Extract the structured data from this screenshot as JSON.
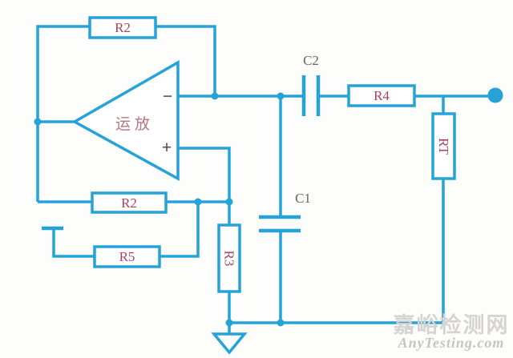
{
  "title": "op-amp-rc-circuit-diagram",
  "colors": {
    "wire": "#25a3d8",
    "label-red": "#a8435a",
    "opamp-red": "#b57880",
    "cap-label": "#6f6360",
    "pin-label": "#4a4a4a",
    "watermark-cn": "#d6d3d3",
    "watermark-en": "#c6c3c3",
    "background": "#fdfdfc"
  },
  "components": {
    "r2_top": "R2",
    "r2_mid": "R2",
    "r3": "R3",
    "r4": "R4",
    "r5": "R5",
    "rt": "RT",
    "c1": "C1",
    "c2": "C2",
    "opamp": "运放",
    "pin_minus": "−",
    "pin_plus": "+"
  },
  "watermark": {
    "cn": "嘉峪检测网",
    "en": "AnyTesting.com"
  }
}
